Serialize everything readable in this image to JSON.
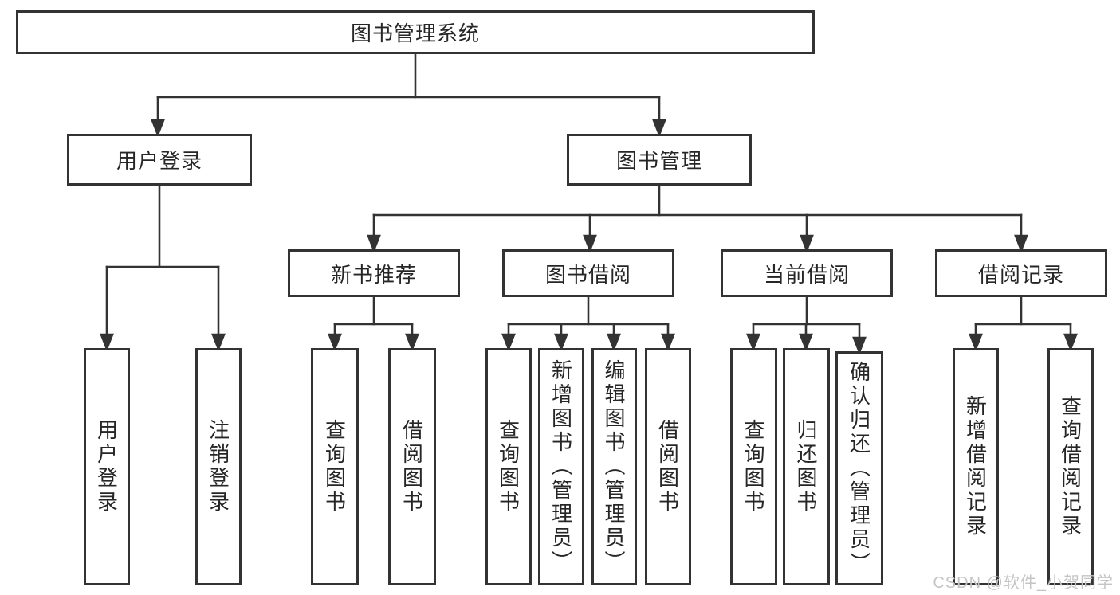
{
  "watermark": "CSDN @软件_小贺同学",
  "colors": {
    "box_border": "#333333",
    "connector_line": "#333333",
    "text": "#262626",
    "watermark_text": "#c5c5c5",
    "background": "#ffffff"
  },
  "tree": {
    "root": "图书管理系统",
    "user_login": {
      "label": "用户登录",
      "login": "用户登录",
      "logout": "注销登录"
    },
    "book_mgmt": {
      "label": "图书管理",
      "new_book_rec": {
        "label": "新书推荐",
        "query": "查询图书",
        "borrow": "借阅图书"
      },
      "book_borrow": {
        "label": "图书借阅",
        "query": "查询图书",
        "add": "新增图书（管理员）",
        "edit": "编辑图书（管理员）",
        "borrow": "借阅图书"
      },
      "current_borrow": {
        "label": "当前借阅",
        "query": "查询图书",
        "return": "归还图书",
        "confirm": "确认归还（管理员）"
      },
      "borrow_records": {
        "label": "借阅记录",
        "add": "新增借阅记录",
        "query": "查询借阅记录"
      }
    }
  }
}
